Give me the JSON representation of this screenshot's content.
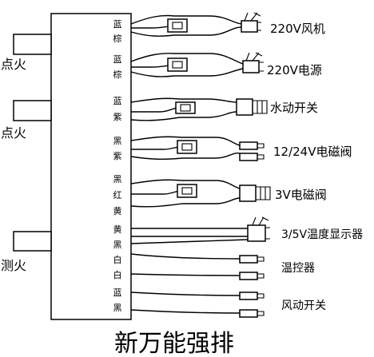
{
  "board": {
    "color_labels": [
      "蓝",
      "棕",
      "蓝",
      "棕",
      "蓝",
      "紫",
      "黑",
      "紫",
      "黑",
      "红",
      "黄",
      "黄",
      "黑",
      "白",
      "白",
      "蓝",
      "黑"
    ]
  },
  "inputs": [
    {
      "label": "点火"
    },
    {
      "label": "点火"
    },
    {
      "label": "测火"
    }
  ],
  "outputs": [
    {
      "label": "220V风机",
      "connector": "fan-plug"
    },
    {
      "label": "220V电源",
      "connector": "fan-plug"
    },
    {
      "label": "水动开关",
      "connector": "three-pin"
    },
    {
      "label": "12/24V电磁阀",
      "connector": "two-spade"
    },
    {
      "label": "3V电磁阀",
      "connector": "three-pin"
    },
    {
      "label": "3/5V温度显示器",
      "connector": "fan-plug"
    },
    {
      "label": "温控器",
      "connector": "two-spade"
    },
    {
      "label": "风动开关",
      "connector": "two-spade"
    }
  ],
  "footer": {
    "title": "新万能强排"
  },
  "colors": {
    "ink": "#000000",
    "background": "#ffffff"
  }
}
